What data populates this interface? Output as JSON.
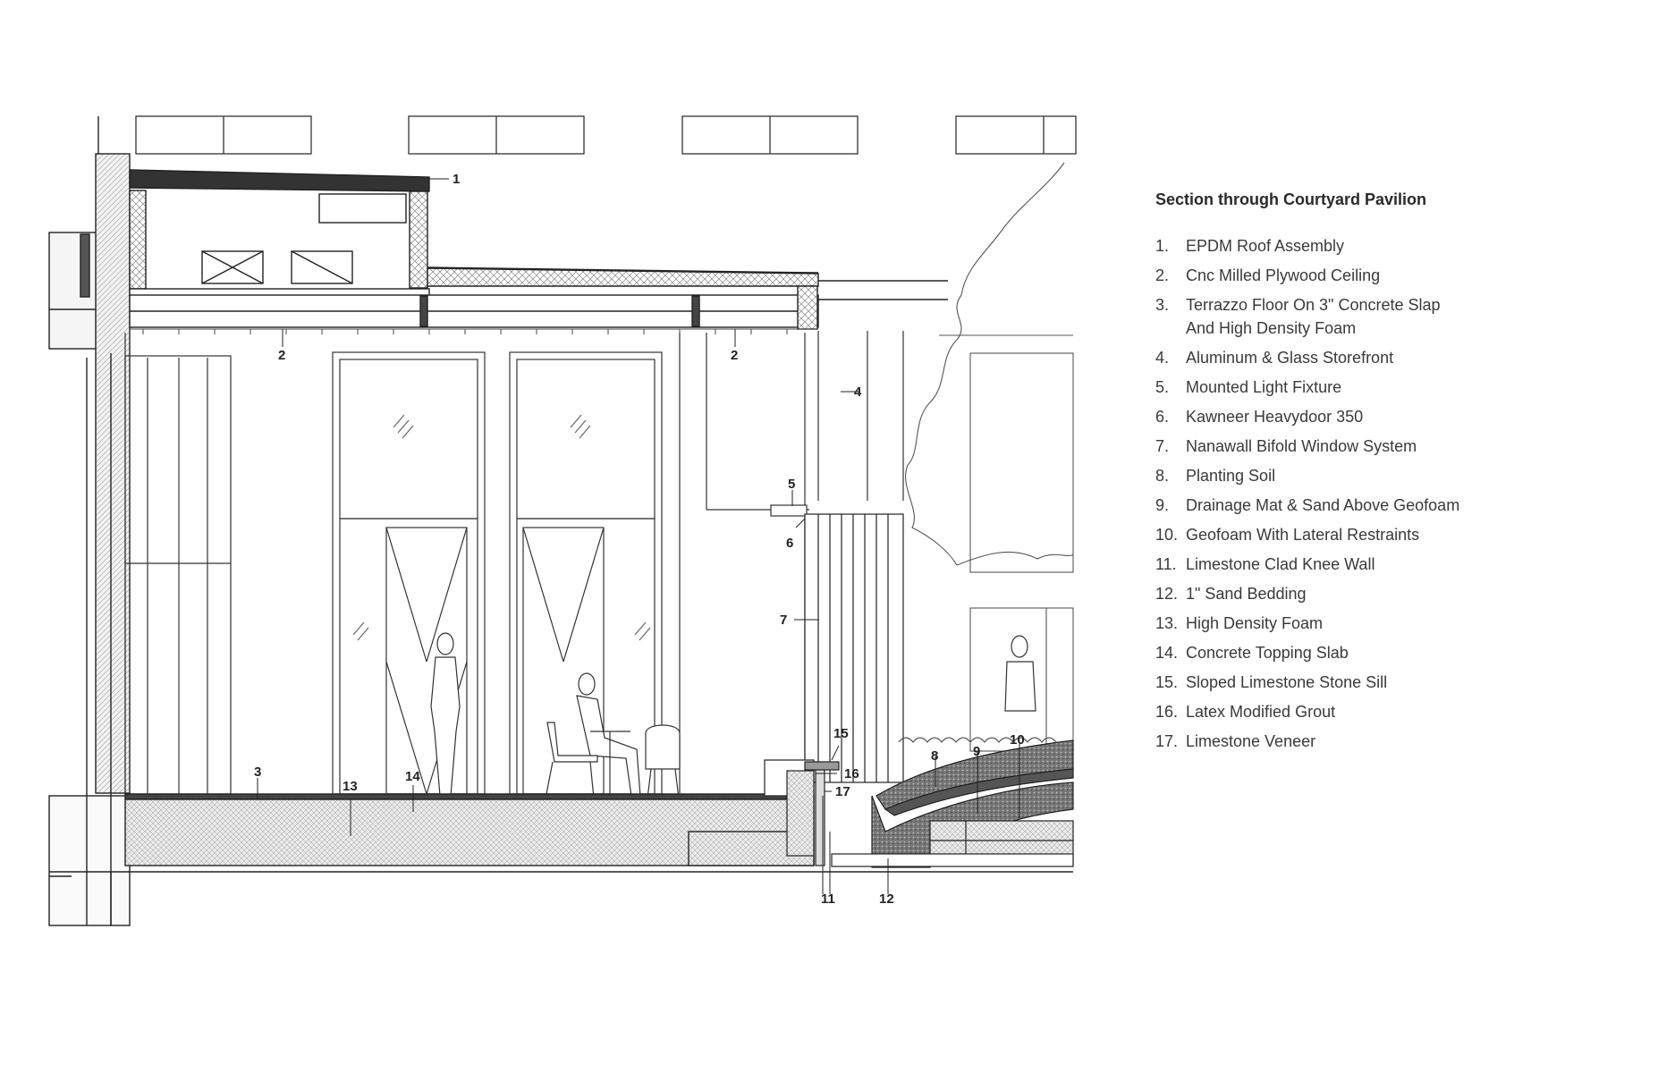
{
  "title": "Section through Courtyard Pavilion",
  "legend": [
    {
      "num": "1.",
      "text": "EPDM Roof Assembly"
    },
    {
      "num": "2.",
      "text": "Cnc Milled Plywood Ceiling"
    },
    {
      "num": "3.",
      "text": "Terrazzo Floor On 3\" Concrete Slap And High Density Foam"
    },
    {
      "num": "4.",
      "text": "Aluminum & Glass Storefront"
    },
    {
      "num": "5.",
      "text": "Mounted Light Fixture"
    },
    {
      "num": "6.",
      "text": "Kawneer Heavydoor 350"
    },
    {
      "num": "7.",
      "text": "Nanawall Bifold Window System"
    },
    {
      "num": "8.",
      "text": "Planting Soil"
    },
    {
      "num": "9.",
      "text": "Drainage Mat & Sand Above Geofoam"
    },
    {
      "num": "10.",
      "text": "Geofoam With Lateral Restraints"
    },
    {
      "num": "11.",
      "text": "Limestone Clad Knee Wall"
    },
    {
      "num": "12.",
      "text": "1\" Sand Bedding"
    },
    {
      "num": "13.",
      "text": "High Density Foam"
    },
    {
      "num": "14.",
      "text": "Concrete Topping Slab"
    },
    {
      "num": "15.",
      "text": "Sloped Limestone Stone Sill"
    },
    {
      "num": "16.",
      "text": "Latex Modified Grout"
    },
    {
      "num": "17.",
      "text": "Limestone Veneer"
    }
  ],
  "callouts": [
    "1",
    "2",
    "2",
    "3",
    "4",
    "5",
    "6",
    "7",
    "8",
    "9",
    "10",
    "11",
    "12",
    "13",
    "14",
    "15",
    "16",
    "17"
  ]
}
